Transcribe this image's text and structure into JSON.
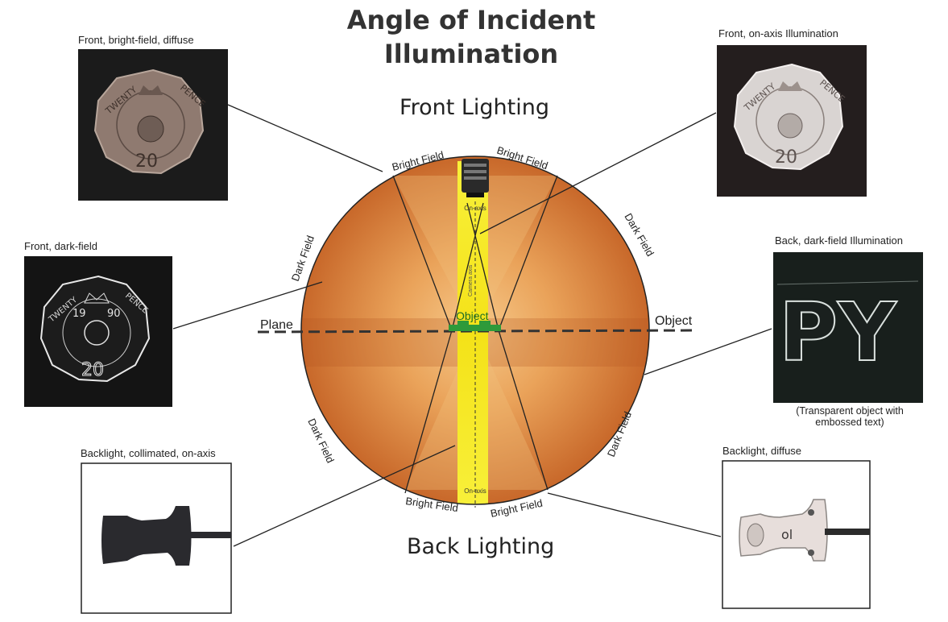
{
  "title_line1": "Angle of Incident",
  "title_line2": "Illumination",
  "section_front": "Front Lighting",
  "section_back": "Back Lighting",
  "labels": {
    "bright_field_tl": "Bright Field",
    "bright_field_tr": "Bright Field",
    "bright_field_bl": "Bright Field",
    "bright_field_br": "Bright Field",
    "dark_field_ul": "Dark Field",
    "dark_field_ur": "Dark Field",
    "dark_field_ll": "Dark Field",
    "dark_field_lr": "Dark Field",
    "plane": "Plane",
    "object_right": "Object",
    "object_center": "Object",
    "on_axis_top": "On-axis",
    "on_axis_bottom": "On-axis",
    "camera_axis": "Camera axis"
  },
  "captions": {
    "front_bright_diffuse": "Front, bright-field, diffuse",
    "front_on_axis": "Front, on-axis Illumination",
    "front_dark_field": "Front, dark-field",
    "back_dark_field": "Back, dark-field Illumination",
    "back_dark_field_note_1": "(Transparent object with",
    "back_dark_field_note_2": "embossed text)",
    "backlight_collimated": "Backlight, collimated, on-axis",
    "backlight_diffuse": "Backlight, diffuse"
  },
  "coin": {
    "top_word": "TWENTY",
    "right_word": "PENCE",
    "year_left": "19",
    "year_right": "90",
    "value": "20"
  },
  "embossed_text": "PY",
  "part_marking": "ol",
  "colors": {
    "disc_outer": "#c96a2c",
    "disc_inner": "#f0b66a",
    "beam": "#f6ec1a",
    "object_green": "#2e9a3a",
    "photo_dark": "#1b1b1b"
  }
}
